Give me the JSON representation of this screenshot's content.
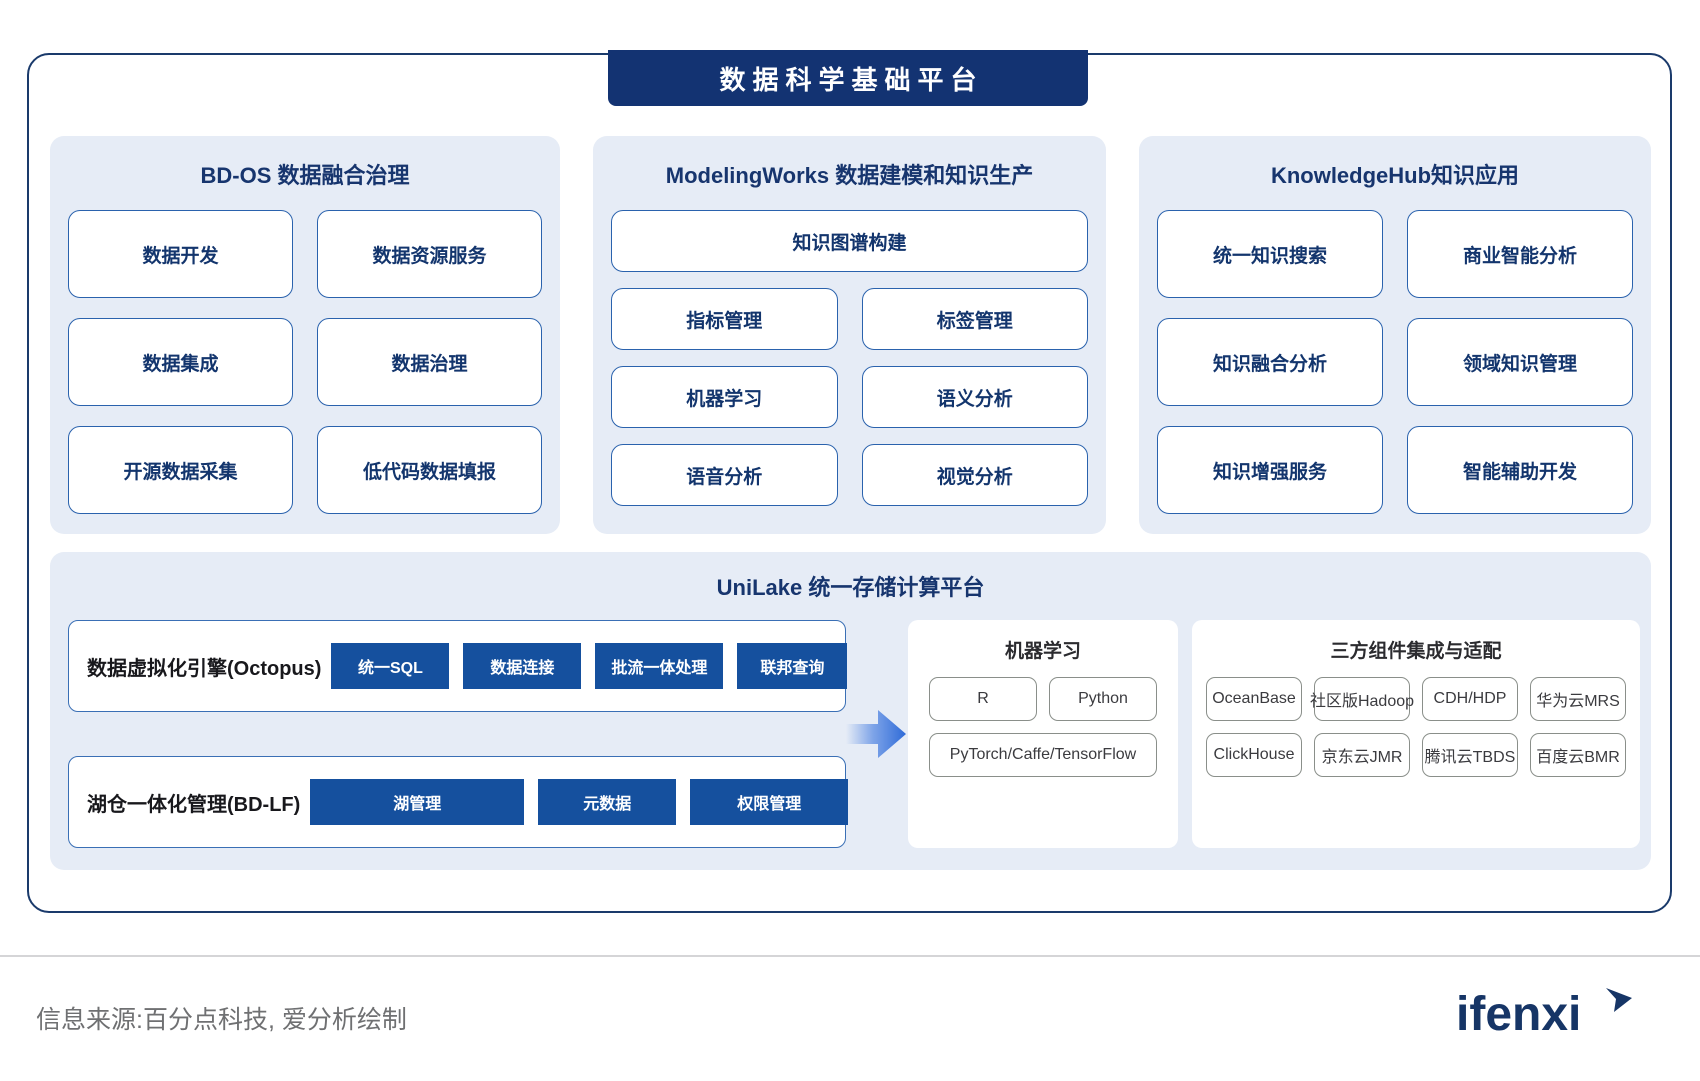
{
  "title": "数据科学基础平台",
  "panels": [
    {
      "id": "bdos",
      "title": "BD-OS 数据融合治理",
      "cards": [
        "数据开发",
        "数据资源服务",
        "数据集成",
        "数据治理",
        "开源数据采集",
        "低代码数据填报"
      ]
    },
    {
      "id": "modelingworks",
      "title": "ModelingWorks 数据建模和知识生产",
      "full_card": "知识图谱构建",
      "rows": [
        [
          "指标管理",
          "标签管理"
        ],
        [
          "机器学习",
          "语义分析"
        ],
        [
          "语音分析",
          "视觉分析"
        ]
      ]
    },
    {
      "id": "knowledgehub",
      "title": "KnowledgeHub知识应用",
      "cards": [
        "统一知识搜索",
        "商业智能分析",
        "知识融合分析",
        "领域知识管理",
        "知识增强服务",
        "智能辅助开发"
      ]
    }
  ],
  "unilake": {
    "title": "UniLake 统一存储计算平台",
    "octopus": {
      "label": "数据虚拟化引擎(Octopus)",
      "chips": [
        "统一SQL",
        "数据连接",
        "批流一体处理",
        "联邦查询"
      ]
    },
    "bdlf": {
      "label": "湖仓一体化管理(BD-LF)",
      "chips": [
        "湖管理",
        "元数据",
        "权限管理"
      ]
    },
    "machine_learning": {
      "title": "机器学习",
      "row1": [
        "R",
        "Python"
      ],
      "row2": [
        "PyTorch/Caffe/TensorFlow"
      ]
    },
    "third_party": {
      "title": "三方组件集成与适配",
      "row1": [
        "OceanBase",
        "社区版Hadoop",
        "CDH/HDP",
        "华为云MRS"
      ],
      "row2": [
        "ClickHouse",
        "京东云JMR",
        "腾讯云TBDS",
        "百度云BMR"
      ]
    }
  },
  "footer": {
    "source": "信息来源:百分点科技, 爱分析绘制",
    "logo_text": "ifenxi"
  },
  "colors": {
    "banner_navy": "#133372",
    "panel_bg": "#e6ecf6",
    "card_border": "#2a62ad",
    "chip_blue": "#15509e",
    "title_blue": "#17356e",
    "pill_border": "#8a8f8a",
    "arrow_blue": "#2f6bd8"
  }
}
